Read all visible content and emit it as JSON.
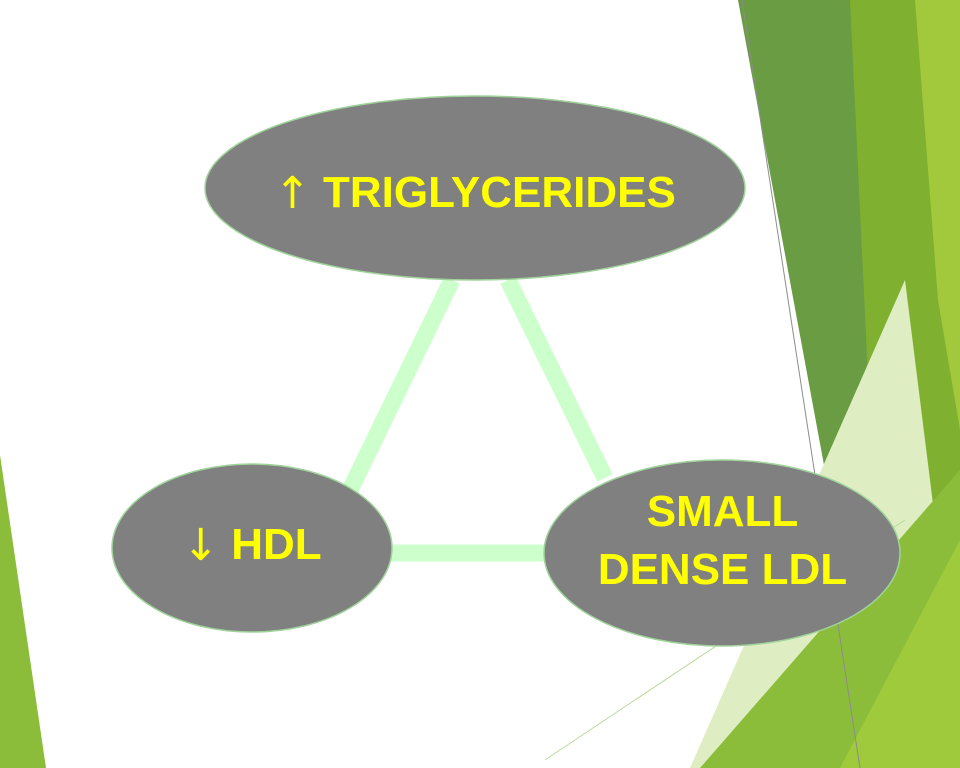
{
  "diagram": {
    "nodes": {
      "triglycerides": {
        "arrow": "↑",
        "label": "TRIGLYCERIDES"
      },
      "hdl": {
        "arrow": "↓",
        "label": "HDL"
      },
      "small_dense_ldl": {
        "line1": "SMALL",
        "line2": "DENSE LDL"
      }
    },
    "edges": [
      {
        "from": "triglycerides",
        "to": "hdl"
      },
      {
        "from": "triglycerides",
        "to": "small_dense_ldl"
      },
      {
        "from": "hdl",
        "to": "small_dense_ldl"
      }
    ]
  },
  "colors": {
    "node_fill": "#808080",
    "node_stroke": "#9fd39a",
    "label_text": "#ffff00",
    "connector": "#ccffcc",
    "accent_green_dark": "#6a9c43",
    "accent_green": "#7fb030",
    "accent_green_light": "#9fca3c"
  }
}
